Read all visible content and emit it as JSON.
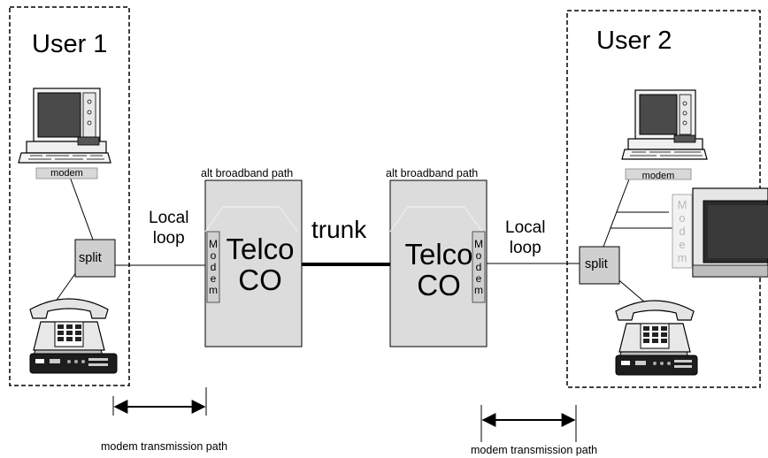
{
  "users": [
    {
      "title": "User 1"
    },
    {
      "title": "User 2"
    }
  ],
  "local_loop": "Local\nloop",
  "alt_path": "alt broadband path",
  "telco": "Telco\nCO",
  "trunk": "trunk",
  "modem": "modem",
  "modem_vertical": [
    "M",
    "o",
    "d",
    "e",
    "m"
  ],
  "split": "split",
  "transmission_path": "modem transmission path",
  "colors": {
    "box_fill": "#dcdcdc",
    "splitter_fill": "#cfcfcf",
    "modem_label_fill": "#d8d8d8",
    "screen": "#4a4a4a",
    "line": "#000000"
  },
  "icons": [
    "computer-icon",
    "telephone-icon",
    "television-icon",
    "double-arrow-icon"
  ]
}
